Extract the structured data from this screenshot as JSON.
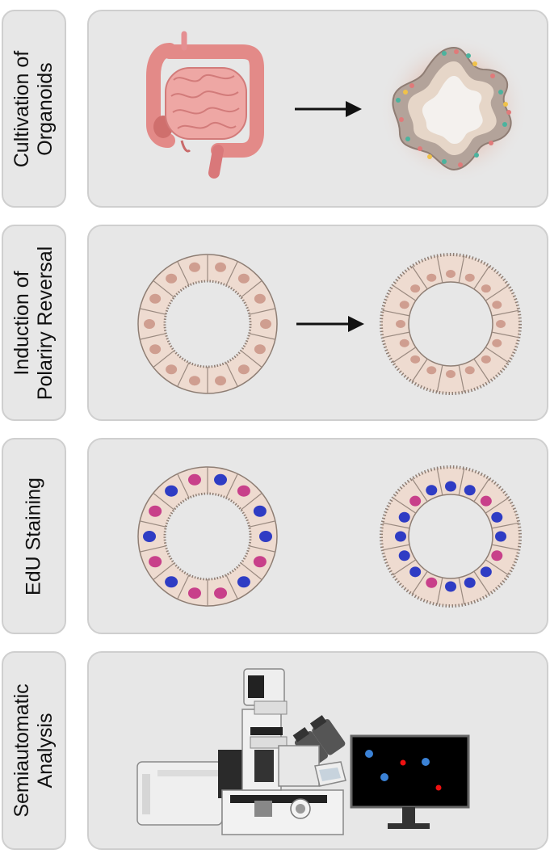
{
  "steps": [
    {
      "label_line1": "Cultivation of",
      "label_line2": "Organoids"
    },
    {
      "label_line1": "Induction of",
      "label_line2": "Polariry Reversal"
    },
    {
      "label_line1": "EdU Staining",
      "label_line2": ""
    },
    {
      "label_line1": "Semiautomatic",
      "label_line2": "Analysis"
    }
  ],
  "colors": {
    "panel_bg": "#e7e7e7",
    "cell_fill": "#eedbd0",
    "nucleus": "#cf9e90",
    "edu_positive": "#c8408a",
    "dapi": "#2f3cc4",
    "intestine": "#e58c8a",
    "arrow": "#111111",
    "monitor_screen": "#000000",
    "dot_blue": "#3b82d6",
    "dot_red": "#ee1111"
  },
  "icons": [
    "intestine-icon",
    "organoid-icon",
    "microscope-icon",
    "monitor-icon"
  ]
}
